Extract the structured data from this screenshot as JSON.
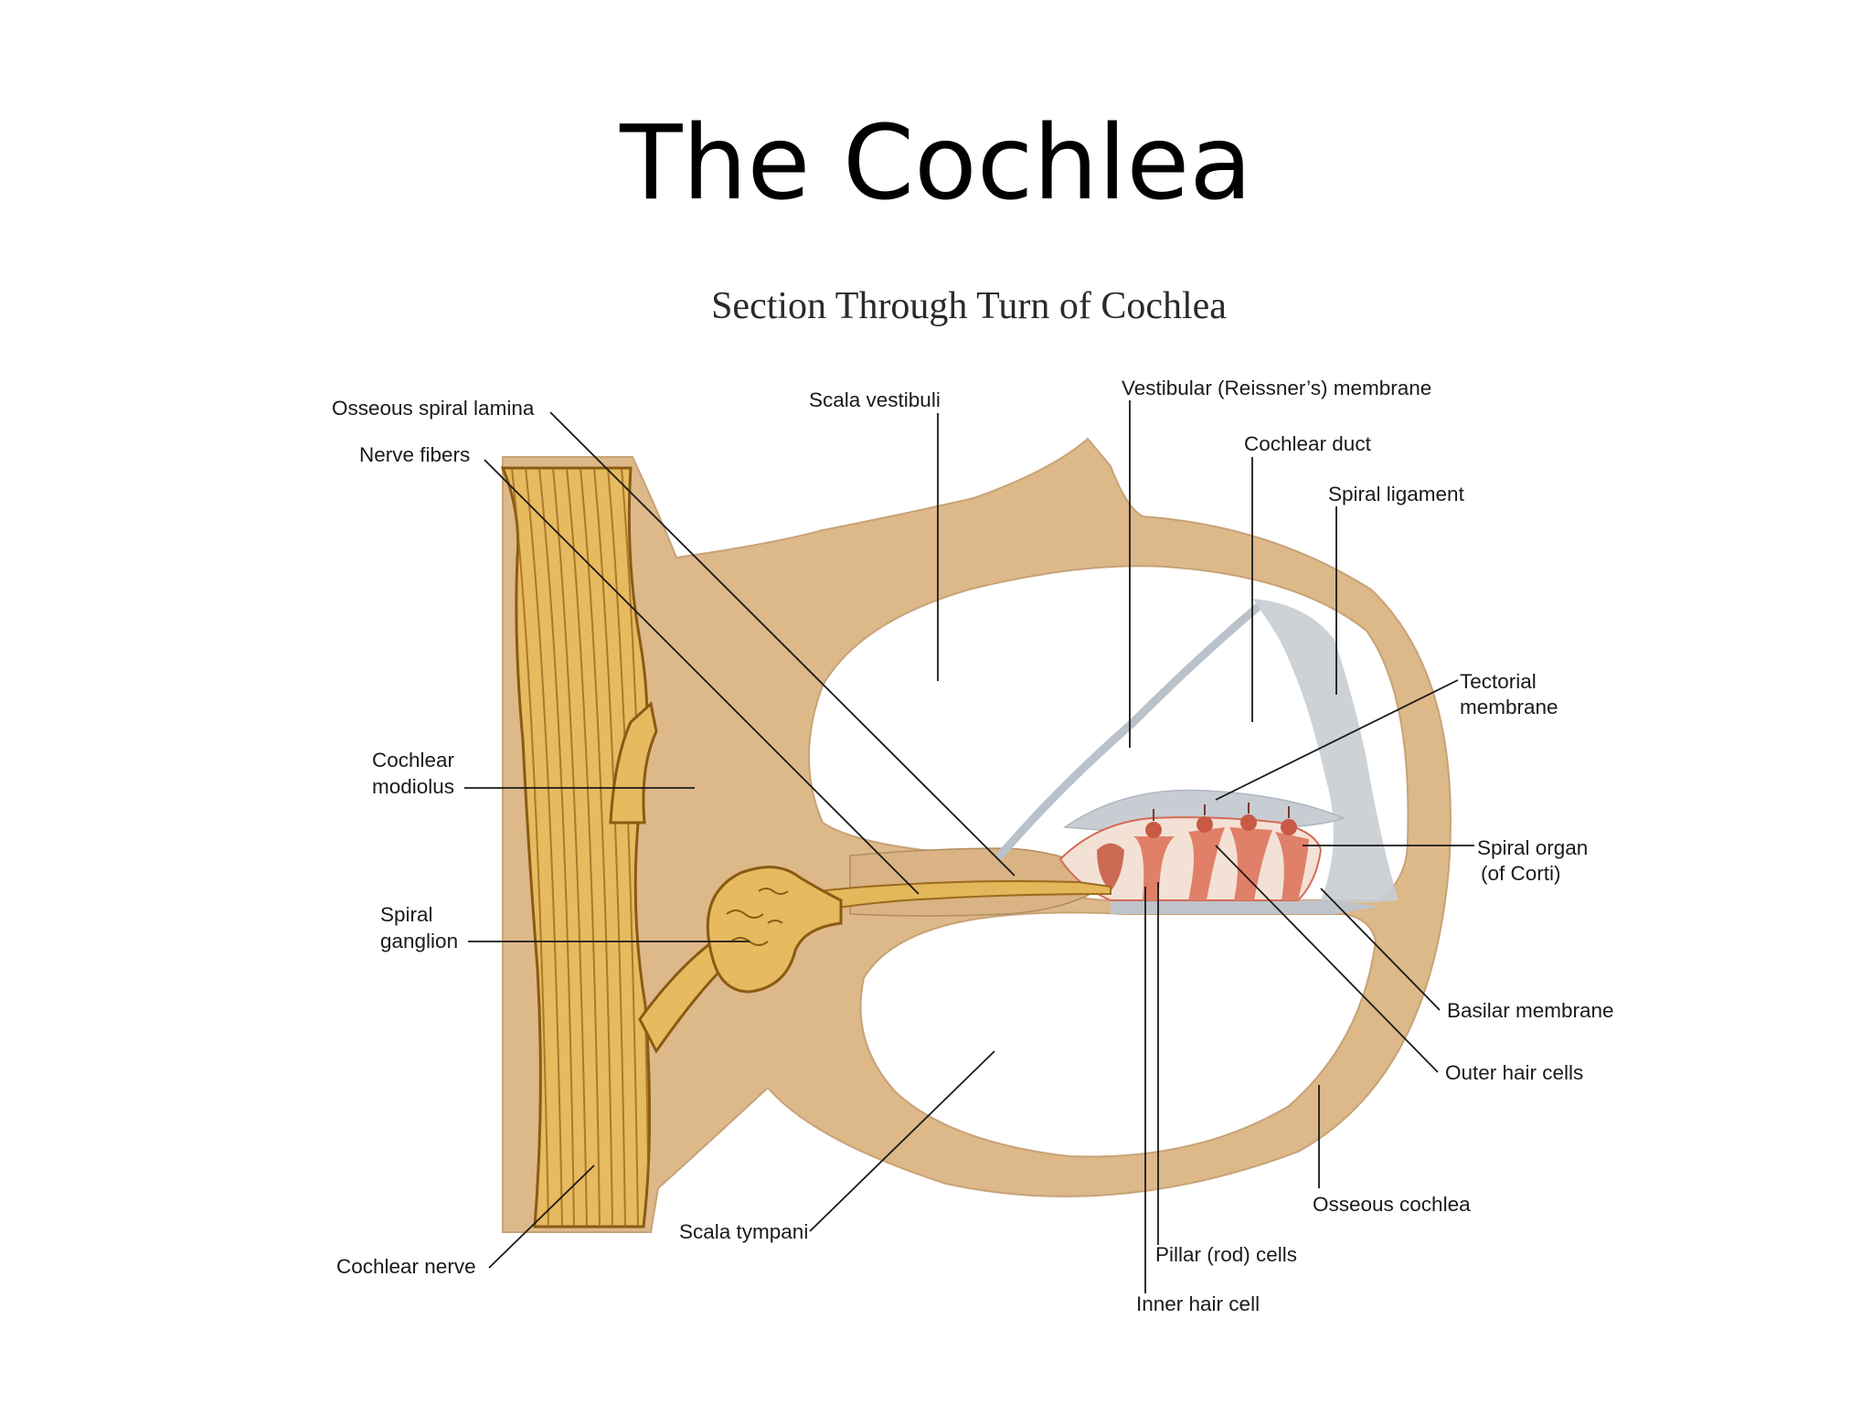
{
  "slide": {
    "title": "The Cochlea"
  },
  "diagram": {
    "subtitle": "Section Through Turn of Cochlea",
    "labels": {
      "osseous_spiral_lamina": "Osseous spiral lamina",
      "nerve_fibers": "Nerve fibers",
      "scala_vestibuli": "Scala vestibuli",
      "vestibular_membrane": "Vestibular (Reissner’s) membrane",
      "cochlear_duct": "Cochlear duct",
      "spiral_ligament": "Spiral ligament",
      "tectorial_membrane_1": "Tectorial",
      "tectorial_membrane_2": "membrane",
      "cochlear_modiolus_1": "Cochlear",
      "cochlear_modiolus_2": "modiolus",
      "spiral_organ_1": "Spiral organ",
      "spiral_organ_2": "(of Corti)",
      "spiral_ganglion_1": "Spiral",
      "spiral_ganglion_2": "ganglion",
      "basilar_membrane": "Basilar membrane",
      "outer_hair_cells": "Outer hair cells",
      "osseous_cochlea": "Osseous cochlea",
      "scala_tympani": "Scala tympani",
      "cochlear_nerve": "Cochlear nerve",
      "pillar_cells": "Pillar (rod) cells",
      "inner_hair_cell": "Inner hair cell"
    }
  },
  "colors": {
    "bone": "#DDB889",
    "nerve": "#E3B85A",
    "nerve_dark": "#8A5A14",
    "membrane": "#C8CDD3",
    "organ": "#E08068"
  }
}
